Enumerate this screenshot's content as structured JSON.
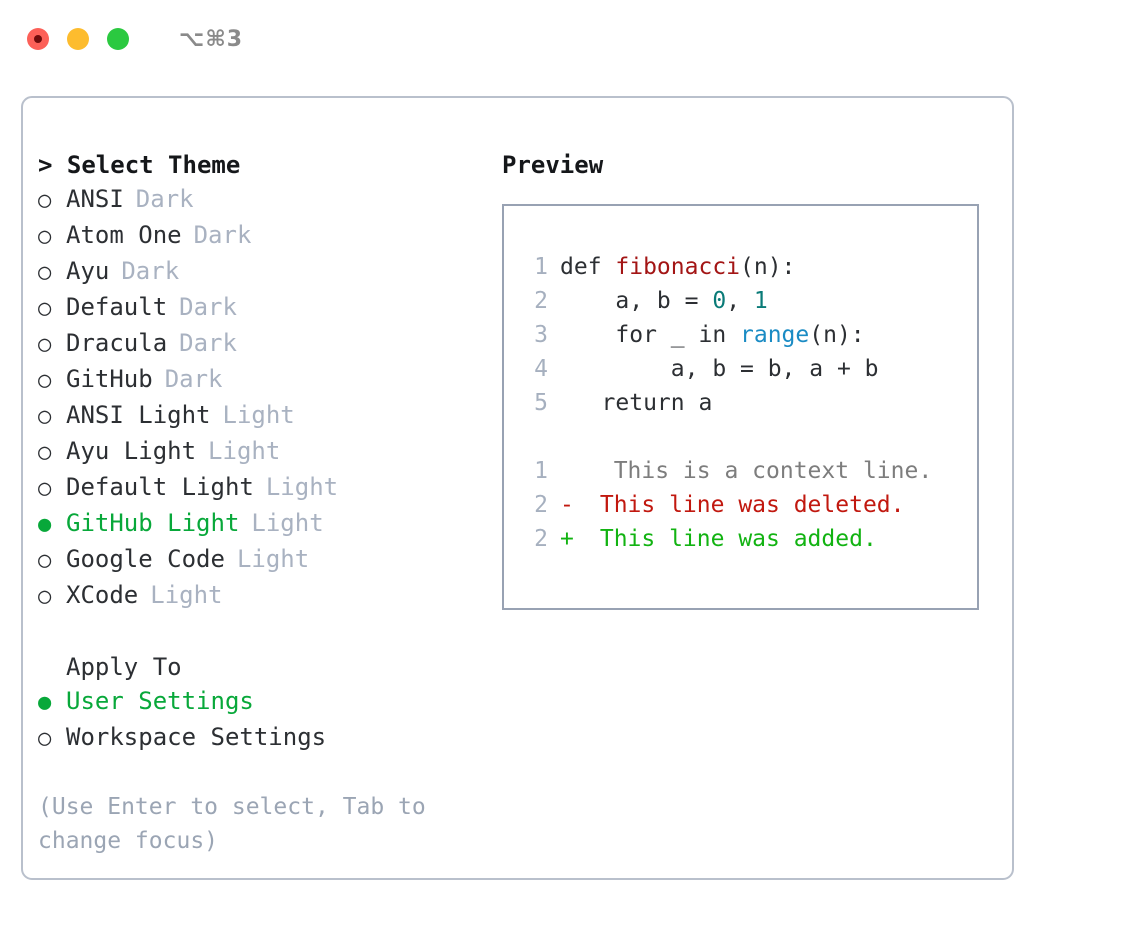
{
  "titlebar": {
    "shortcut": "⌥⌘3",
    "lights": [
      "close-red",
      "minimize-yellow",
      "maximize-green"
    ]
  },
  "theme_list": {
    "header": "> Select Theme",
    "items": [
      {
        "marker": "○",
        "name": "ANSI",
        "variant": "Dark",
        "selected": false
      },
      {
        "marker": "○",
        "name": "Atom One",
        "variant": "Dark",
        "selected": false
      },
      {
        "marker": "○",
        "name": "Ayu",
        "variant": "Dark",
        "selected": false
      },
      {
        "marker": "○",
        "name": "Default",
        "variant": "Dark",
        "selected": false
      },
      {
        "marker": "○",
        "name": "Dracula",
        "variant": "Dark",
        "selected": false
      },
      {
        "marker": "○",
        "name": "GitHub",
        "variant": "Dark",
        "selected": false
      },
      {
        "marker": "○",
        "name": "ANSI Light",
        "variant": "Light",
        "selected": false
      },
      {
        "marker": "○",
        "name": "Ayu Light",
        "variant": "Light",
        "selected": false
      },
      {
        "marker": "○",
        "name": "Default Light",
        "variant": "Light",
        "selected": false
      },
      {
        "marker": "●",
        "name": "GitHub Light",
        "variant": "Light",
        "selected": true
      },
      {
        "marker": "○",
        "name": "Google Code",
        "variant": "Light",
        "selected": false
      },
      {
        "marker": "○",
        "name": "XCode",
        "variant": "Light",
        "selected": false
      }
    ]
  },
  "apply_to": {
    "header": "Apply To",
    "options": [
      {
        "marker": "●",
        "label": "User Settings",
        "selected": true
      },
      {
        "marker": "○",
        "label": "Workspace Settings",
        "selected": false
      }
    ]
  },
  "hint": "(Use Enter to select, Tab to change focus)",
  "preview": {
    "title": "Preview",
    "code_lines": [
      {
        "no": "1",
        "segments": [
          {
            "t": "def ",
            "c": "plain"
          },
          {
            "t": "fibonacci",
            "c": "fn"
          },
          {
            "t": "(n):",
            "c": "plain"
          }
        ]
      },
      {
        "no": "2",
        "segments": [
          {
            "t": "    a, b = ",
            "c": "plain"
          },
          {
            "t": "0",
            "c": "num"
          },
          {
            "t": ", ",
            "c": "plain"
          },
          {
            "t": "1",
            "c": "num"
          }
        ]
      },
      {
        "no": "3",
        "segments": [
          {
            "t": "    for _ in ",
            "c": "plain"
          },
          {
            "t": "range",
            "c": "call"
          },
          {
            "t": "(n):",
            "c": "plain"
          }
        ]
      },
      {
        "no": "4",
        "segments": [
          {
            "t": "        a, b = b, a + b",
            "c": "plain"
          }
        ]
      },
      {
        "no": "5",
        "segments": [
          {
            "t": "   return a",
            "c": "plain"
          }
        ]
      }
    ],
    "diff_lines": [
      {
        "no": "1",
        "mark": " ",
        "text": "  This is a context line.",
        "kind": "ctx"
      },
      {
        "no": "2",
        "mark": "-",
        "text": " This line was deleted.",
        "kind": "del"
      },
      {
        "no": "2",
        "mark": "+",
        "text": " This line was added.",
        "kind": "add"
      }
    ]
  },
  "colors": {
    "accent_green": "#08a83a",
    "muted": "#a9b2c1",
    "hint": "#9ba5b4",
    "border": "#b9c0cc",
    "code_border": "#98a2b3",
    "fn_red": "#a31515",
    "num_teal": "#0a7b78",
    "call_blue": "#1a8bc4",
    "diff_del": "#c1180f",
    "diff_add": "#12b312",
    "light_red": "#fc6058",
    "light_yellow": "#fdbc2e",
    "light_green": "#2bc940"
  }
}
